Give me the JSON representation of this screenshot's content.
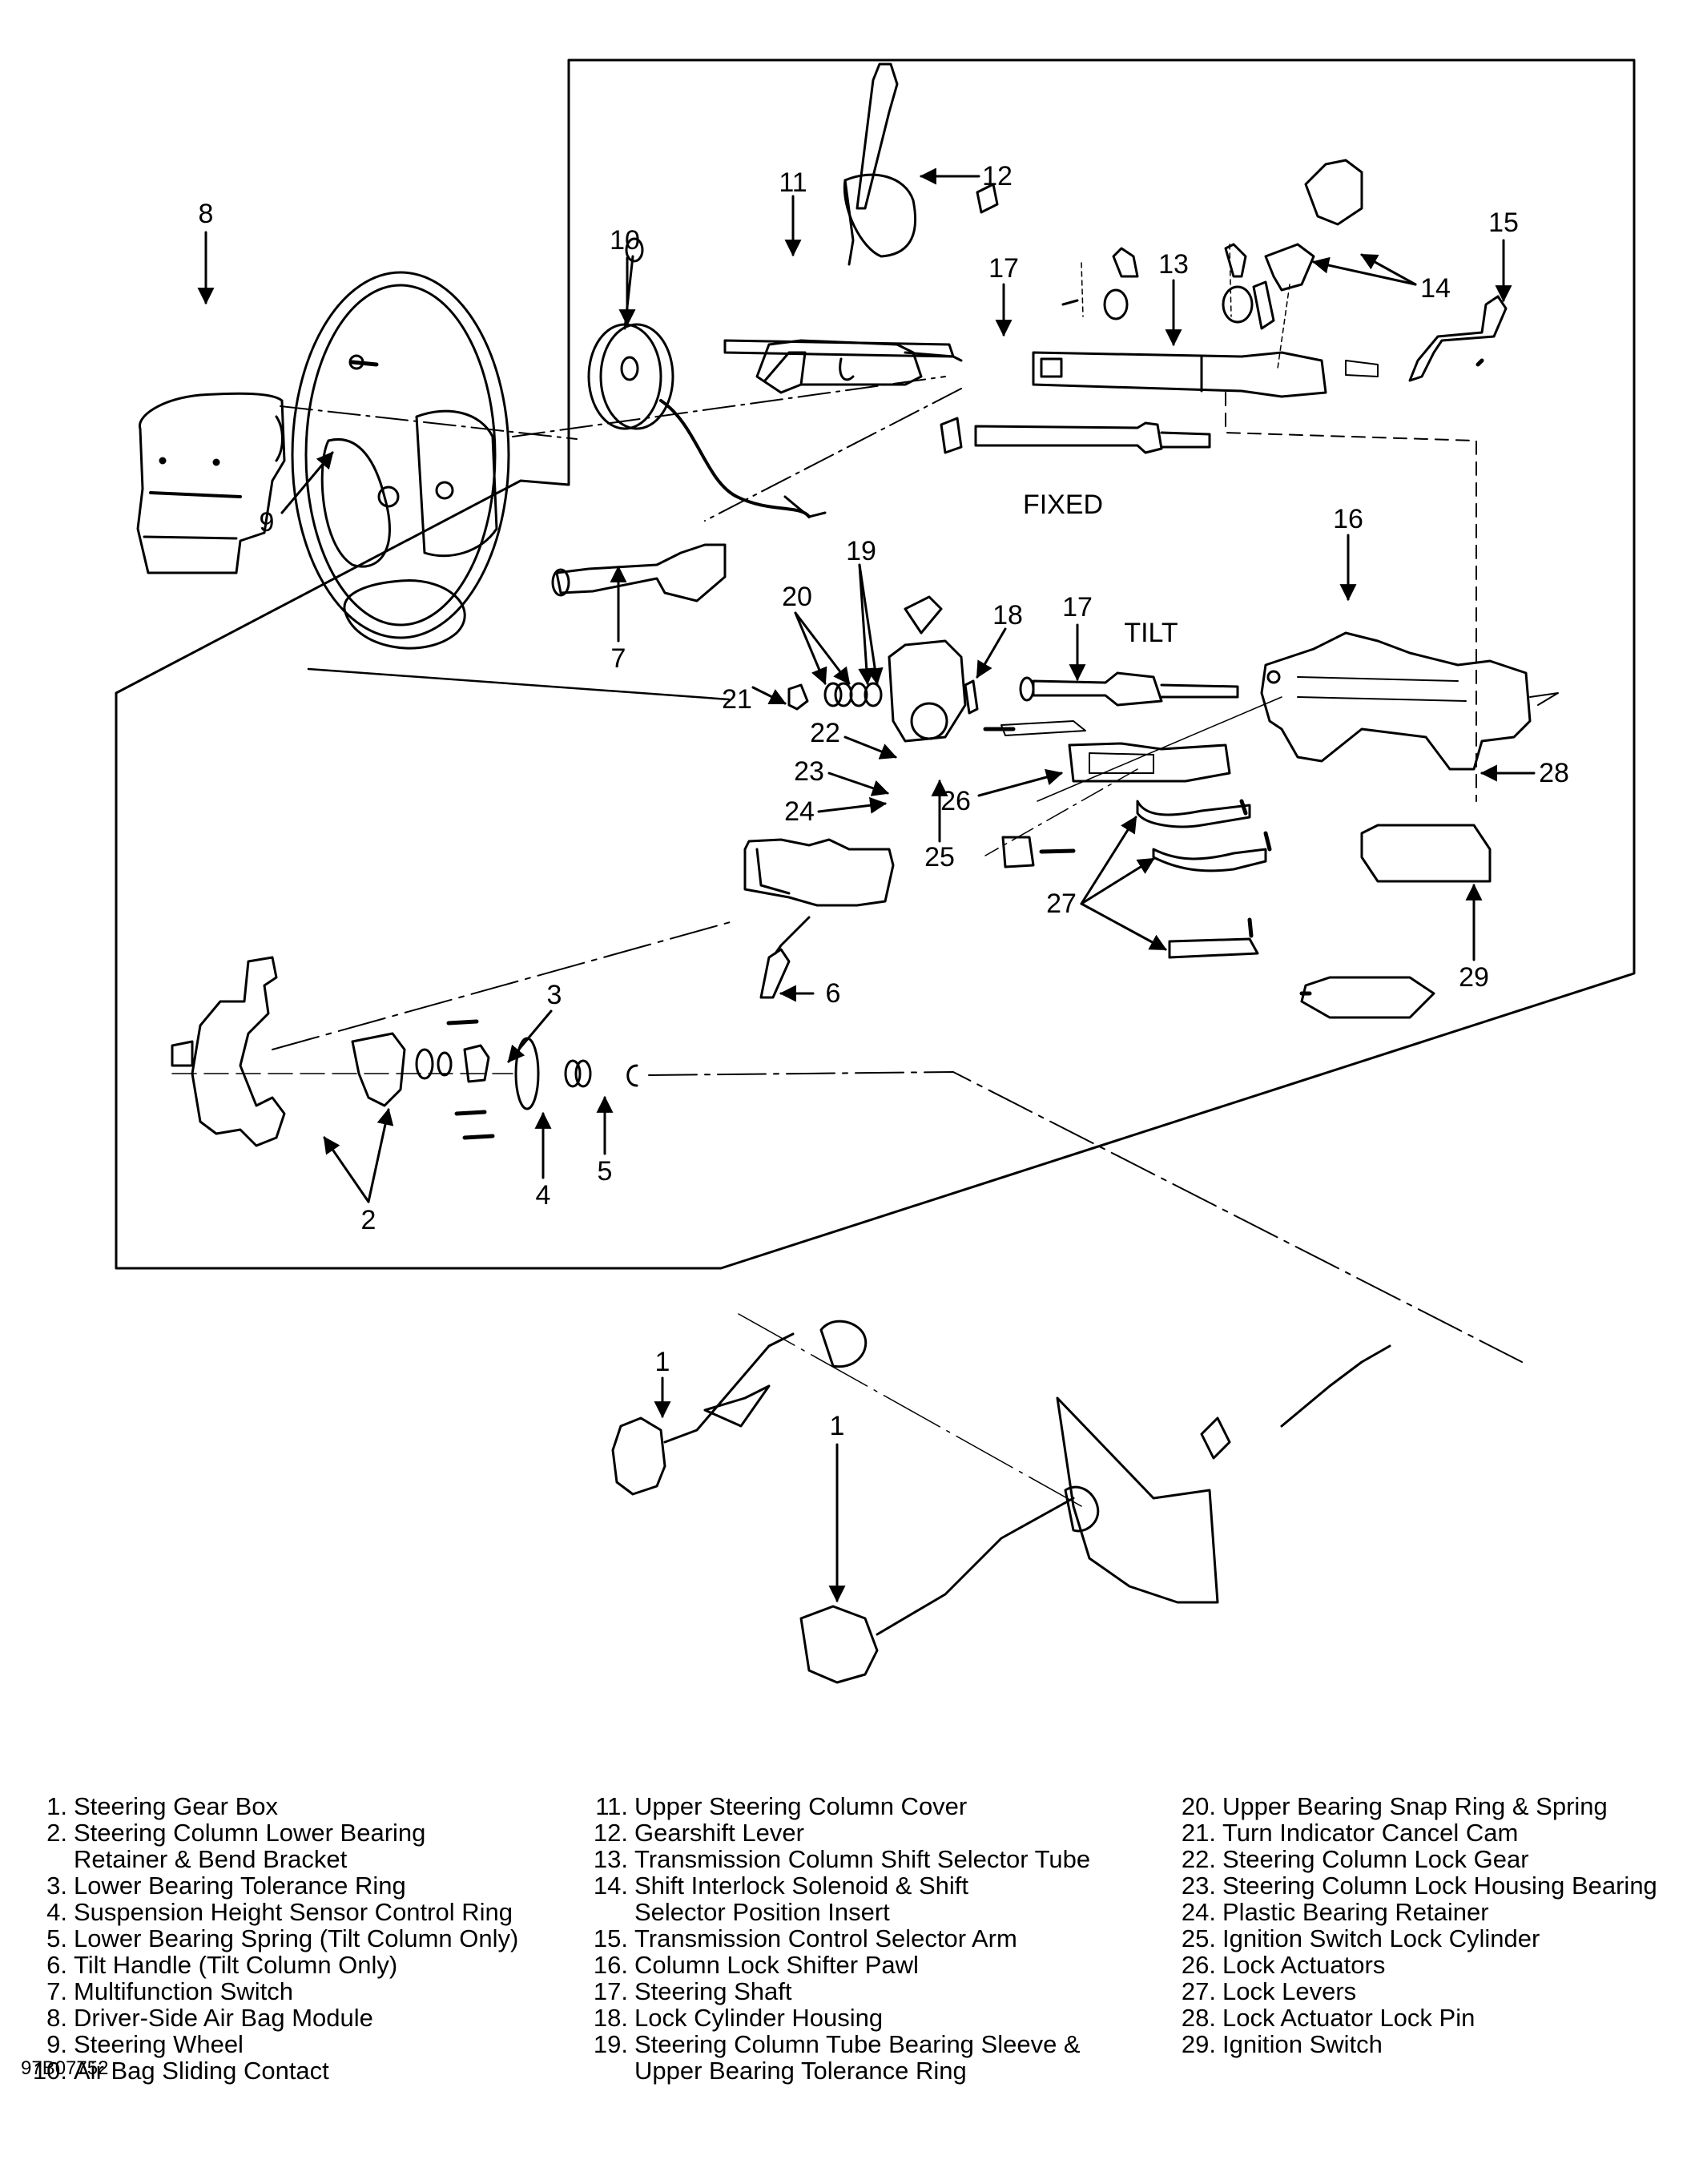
{
  "figure": {
    "title": "Steering Column Exploded View",
    "figure_id": "97B07752",
    "variant_labels": {
      "fixed": "FIXED",
      "tilt": "TILT"
    },
    "colors": {
      "line": "#000000",
      "background": "#ffffff"
    }
  },
  "callouts": [
    {
      "id": "c1a",
      "label": "1"
    },
    {
      "id": "c1b",
      "label": "1"
    },
    {
      "id": "c2",
      "label": "2"
    },
    {
      "id": "c3",
      "label": "3"
    },
    {
      "id": "c4",
      "label": "4"
    },
    {
      "id": "c5",
      "label": "5"
    },
    {
      "id": "c6",
      "label": "6"
    },
    {
      "id": "c7",
      "label": "7"
    },
    {
      "id": "c8",
      "label": "8"
    },
    {
      "id": "c9",
      "label": "9"
    },
    {
      "id": "c10",
      "label": "10"
    },
    {
      "id": "c11",
      "label": "11"
    },
    {
      "id": "c12",
      "label": "12"
    },
    {
      "id": "c13",
      "label": "13"
    },
    {
      "id": "c14",
      "label": "14"
    },
    {
      "id": "c15",
      "label": "15"
    },
    {
      "id": "c16",
      "label": "16"
    },
    {
      "id": "c17a",
      "label": "17"
    },
    {
      "id": "c17b",
      "label": "17"
    },
    {
      "id": "c18",
      "label": "18"
    },
    {
      "id": "c19",
      "label": "19"
    },
    {
      "id": "c20",
      "label": "20"
    },
    {
      "id": "c21",
      "label": "21"
    },
    {
      "id": "c22",
      "label": "22"
    },
    {
      "id": "c23",
      "label": "23"
    },
    {
      "id": "c24",
      "label": "24"
    },
    {
      "id": "c25",
      "label": "25"
    },
    {
      "id": "c26",
      "label": "26"
    },
    {
      "id": "c27",
      "label": "27"
    },
    {
      "id": "c28",
      "label": "28"
    },
    {
      "id": "c29",
      "label": "29"
    }
  ],
  "legend": {
    "columns": [
      [
        {
          "num": "1.",
          "text": "Steering Gear Box"
        },
        {
          "num": "2.",
          "text": "Steering Column Lower Bearing\nRetainer & Bend Bracket"
        },
        {
          "num": "3.",
          "text": "Lower Bearing Tolerance Ring"
        },
        {
          "num": "4.",
          "text": "Suspension Height Sensor Control Ring"
        },
        {
          "num": "5.",
          "text": "Lower Bearing Spring (Tilt Column Only)"
        },
        {
          "num": "6.",
          "text": "Tilt Handle (Tilt Column Only)"
        },
        {
          "num": "7.",
          "text": "Multifunction Switch"
        },
        {
          "num": "8.",
          "text": "Driver-Side Air Bag Module"
        },
        {
          "num": "9.",
          "text": "Steering Wheel"
        },
        {
          "num": "10.",
          "text": "Air Bag Sliding Contact"
        }
      ],
      [
        {
          "num": "11.",
          "text": "Upper Steering Column Cover"
        },
        {
          "num": "12.",
          "text": "Gearshift Lever"
        },
        {
          "num": "13.",
          "text": "Transmission Column Shift Selector Tube"
        },
        {
          "num": "14.",
          "text": "Shift Interlock Solenoid & Shift\nSelector Position Insert"
        },
        {
          "num": "15.",
          "text": "Transmission Control Selector Arm"
        },
        {
          "num": "16.",
          "text": "Column Lock Shifter Pawl"
        },
        {
          "num": "17.",
          "text": "Steering Shaft"
        },
        {
          "num": "18.",
          "text": "Lock Cylinder Housing"
        },
        {
          "num": "19.",
          "text": "Steering Column Tube Bearing Sleeve &\nUpper Bearing Tolerance Ring"
        }
      ],
      [
        {
          "num": "20.",
          "text": "Upper Bearing Snap Ring & Spring"
        },
        {
          "num": "21.",
          "text": "Turn Indicator Cancel Cam"
        },
        {
          "num": "22.",
          "text": "Steering Column Lock Gear"
        },
        {
          "num": "23.",
          "text": "Steering Column Lock Housing Bearing"
        },
        {
          "num": "24.",
          "text": "Plastic Bearing Retainer"
        },
        {
          "num": "25.",
          "text": "Ignition Switch Lock Cylinder"
        },
        {
          "num": "26.",
          "text": "Lock Actuators"
        },
        {
          "num": "27.",
          "text": "Lock Levers"
        },
        {
          "num": "28.",
          "text": "Lock Actuator Lock Pin"
        },
        {
          "num": "29.",
          "text": "Ignition Switch"
        }
      ]
    ]
  }
}
